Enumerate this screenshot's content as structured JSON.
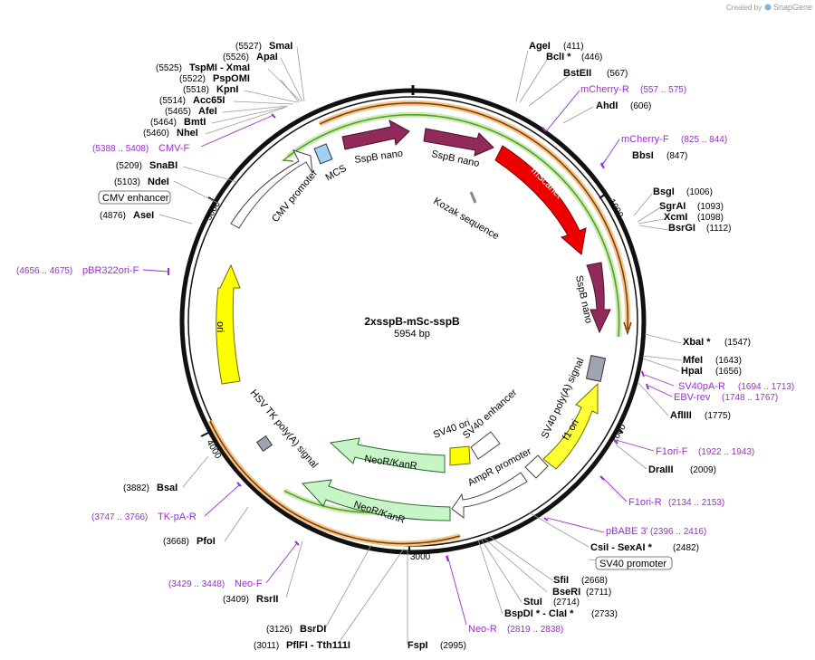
{
  "credit": {
    "prefix": "Created by",
    "brand": "SnapGene"
  },
  "plasmid": {
    "name": "2xsspB-mSc-sspB",
    "length": "5954 bp"
  },
  "ticks": [
    "1000",
    "2000",
    "3000",
    "4000",
    "5000"
  ],
  "enzymes": [
    {
      "name": "AgeI",
      "pos": "(411)"
    },
    {
      "name": "BclI *",
      "pos": "(446)"
    },
    {
      "name": "BstEII",
      "pos": "(567)"
    },
    {
      "name": "AhdI",
      "pos": "(606)"
    },
    {
      "name": "BbsI",
      "pos": "(847)"
    },
    {
      "name": "BsgI",
      "pos": "(1006)"
    },
    {
      "name": "SgrAI",
      "pos": "(1093)"
    },
    {
      "name": "XcmI",
      "pos": "(1098)"
    },
    {
      "name": "BsrGI",
      "pos": "(1112)"
    },
    {
      "name": "XbaI *",
      "pos": "(1547)"
    },
    {
      "name": "MfeI",
      "pos": "(1643)"
    },
    {
      "name": "HpaI",
      "pos": "(1656)"
    },
    {
      "name": "AflIII",
      "pos": "(1775)"
    },
    {
      "name": "DraIII",
      "pos": "(2009)"
    },
    {
      "name": "CsiI  - SexAI *",
      "pos": "(2482)"
    },
    {
      "name": "SfiI",
      "pos": "(2668)"
    },
    {
      "name": "BseRI",
      "pos": "(2711)"
    },
    {
      "name": "StuI",
      "pos": "(2714)"
    },
    {
      "name": "BspDI * - ClaI *",
      "pos": "(2733)"
    },
    {
      "name": "FspI",
      "pos": "(2995)"
    },
    {
      "name": "PflFI  - Tth111I",
      "pos": "(3011)"
    },
    {
      "name": "BsrDI",
      "pos": "(3126)"
    },
    {
      "name": "RsrII",
      "pos": "(3409)"
    },
    {
      "name": "PfoI",
      "pos": "(3668)"
    },
    {
      "name": "BsaI",
      "pos": "(3882)"
    },
    {
      "name": "AseI",
      "pos": "(4876)"
    },
    {
      "name": "NdeI",
      "pos": "(5103)"
    },
    {
      "name": "SnaBI",
      "pos": "(5209)"
    },
    {
      "name": "NheI",
      "pos": "(5460)"
    },
    {
      "name": "BmtI",
      "pos": "(5464)"
    },
    {
      "name": "AfeI",
      "pos": "(5465)"
    },
    {
      "name": "Acc65I",
      "pos": "(5514)"
    },
    {
      "name": "KpnI",
      "pos": "(5518)"
    },
    {
      "name": "PspOMI",
      "pos": "(5522)"
    },
    {
      "name": "TspMI  - XmaI",
      "pos": "(5525)"
    },
    {
      "name": "ApaI",
      "pos": "(5526)"
    },
    {
      "name": "SmaI",
      "pos": "(5527)"
    }
  ],
  "primers": [
    {
      "name": "mCherry-R",
      "pos": "(557 .. 575)"
    },
    {
      "name": "mCherry-F",
      "pos": "(825 .. 844)"
    },
    {
      "name": "SV40pA-R",
      "pos": "(1694 .. 1713)"
    },
    {
      "name": "EBV-rev",
      "pos": "(1748 .. 1767)"
    },
    {
      "name": "F1ori-F",
      "pos": "(1922 .. 1943)"
    },
    {
      "name": "F1ori-R",
      "pos": "(2134 .. 2153)"
    },
    {
      "name": "pBABE 3'",
      "pos": "(2396 .. 2416)"
    },
    {
      "name": "Neo-R",
      "pos": "(2819 .. 2838)"
    },
    {
      "name": "Neo-F",
      "pos": "(3429 .. 3448)"
    },
    {
      "name": "TK-pA-R",
      "pos": "(3747 .. 3766)"
    },
    {
      "name": "pBR322ori-F",
      "pos": "(4656 .. 4675)"
    },
    {
      "name": "CMV-F",
      "pos": "(5388 .. 5408)"
    }
  ],
  "boxed": {
    "cmv_enhancer": "CMV enhancer",
    "sv40_promoter": "SV40 promoter"
  },
  "features": {
    "sspb1": "SspB nano",
    "sspb2": "SspB nano",
    "mscarlet": "mScarlet",
    "sspb3": "SspB nano",
    "kozak": "Kozak sequence",
    "mcs": "MCS",
    "cmv_promoter": "CMV promoter",
    "ori": "ori",
    "sv40_polya": "SV40 poly(A) signal",
    "f1_ori": "f1 ori",
    "ampr_promoter": "AmpR promoter",
    "sv40_ori": "SV40 ori",
    "sv40_enhancer": "SV40 enhancer",
    "neo1": "NeoR/KanR",
    "neo2": "NeoR/KanR",
    "hsv_tk": "HSV TK poly(A) signal"
  },
  "colors": {
    "backbone": "#111111",
    "sspb": "#8f2a5a",
    "mscarlet": "#ee0000",
    "ori": "#ffff00",
    "f1ori": "#ffff33",
    "neo": "#c8f5c8",
    "orange_band": "#f4c58c",
    "green_band": "#4aa11c",
    "primer": "#9b30c8",
    "grey_box": "#a0a4ae",
    "mcs": "#9fd0f4"
  }
}
